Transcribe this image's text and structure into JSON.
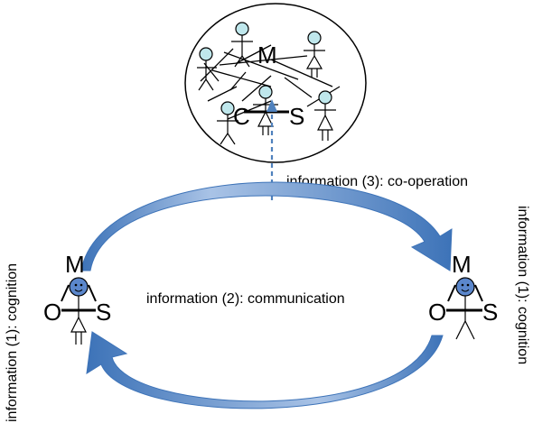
{
  "labels": {
    "top_cooperation": "information (3): co-operation",
    "center_communication": "information (2): communication",
    "left_vertical": "information (1): cognition",
    "right_vertical": "information (1): cognition"
  },
  "society": {
    "M": "M",
    "C": "C",
    "S": "S"
  },
  "left_agent": {
    "M": "M",
    "O": "O",
    "S": "S"
  },
  "right_agent": {
    "M": "M",
    "O": "O",
    "S": "S"
  },
  "colors": {
    "arrow_light": "#c9d9ee",
    "arrow_dark": "#3d73b8",
    "face_fill": "#bfe7ec",
    "agent_face": "#5b87cc",
    "dashed": "#4f81bd"
  }
}
